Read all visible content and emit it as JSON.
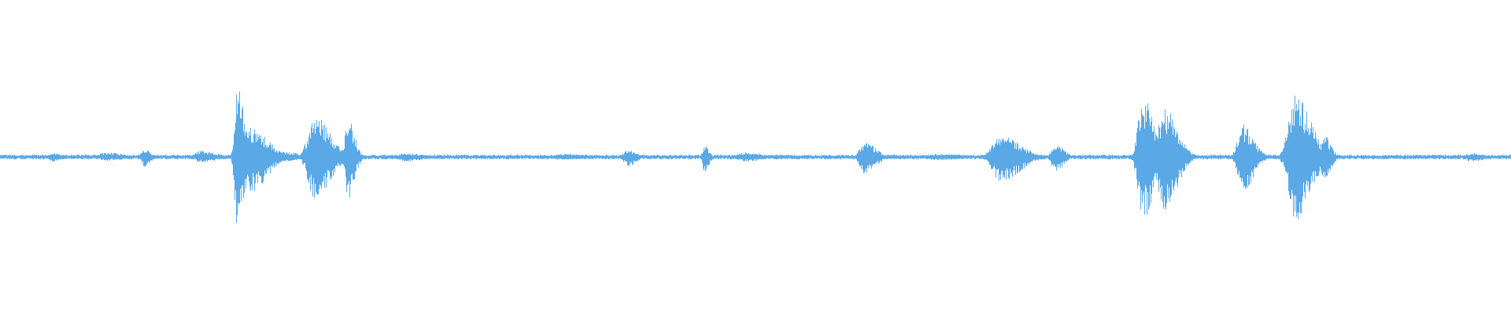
{
  "waveform": {
    "color": "#5aa9e6",
    "background": "#ffffff",
    "baseline_amplitude": 0.03,
    "bursts": [
      {
        "time": 0.035,
        "peak_up": 0.05,
        "peak_down": 0.06,
        "spread": 0.004
      },
      {
        "time": 0.07,
        "peak_up": 0.06,
        "peak_down": 0.05,
        "spread": 0.008
      },
      {
        "time": 0.095,
        "peak_up": 0.1,
        "peak_down": 0.12,
        "spread": 0.003
      },
      {
        "time": 0.133,
        "peak_up": 0.08,
        "peak_down": 0.07,
        "spread": 0.007
      },
      {
        "time": 0.157,
        "peak_up": 0.95,
        "peak_down": 0.95,
        "spread": 0.003
      },
      {
        "time": 0.165,
        "peak_up": 0.4,
        "peak_down": 0.45,
        "spread": 0.008
      },
      {
        "time": 0.185,
        "peak_up": 0.07,
        "peak_down": 0.06,
        "spread": 0.009
      },
      {
        "time": 0.208,
        "peak_up": 0.55,
        "peak_down": 0.55,
        "spread": 0.007
      },
      {
        "time": 0.23,
        "peak_up": 0.52,
        "peak_down": 0.55,
        "spread": 0.003
      },
      {
        "time": 0.268,
        "peak_up": 0.05,
        "peak_down": 0.06,
        "spread": 0.008
      },
      {
        "time": 0.372,
        "peak_up": 0.04,
        "peak_down": 0.04,
        "spread": 0.01
      },
      {
        "time": 0.415,
        "peak_up": 0.09,
        "peak_down": 0.12,
        "spread": 0.004
      },
      {
        "time": 0.466,
        "peak_up": 0.17,
        "peak_down": 0.2,
        "spread": 0.002
      },
      {
        "time": 0.493,
        "peak_up": 0.06,
        "peak_down": 0.06,
        "spread": 0.008
      },
      {
        "time": 0.572,
        "peak_up": 0.2,
        "peak_down": 0.22,
        "spread": 0.005
      },
      {
        "time": 0.62,
        "peak_up": 0.04,
        "peak_down": 0.04,
        "spread": 0.012
      },
      {
        "time": 0.662,
        "peak_up": 0.28,
        "peak_down": 0.32,
        "spread": 0.009
      },
      {
        "time": 0.698,
        "peak_up": 0.16,
        "peak_down": 0.18,
        "spread": 0.004
      },
      {
        "time": 0.756,
        "peak_up": 0.78,
        "peak_down": 0.82,
        "spread": 0.005
      },
      {
        "time": 0.77,
        "peak_up": 0.64,
        "peak_down": 0.7,
        "spread": 0.006
      },
      {
        "time": 0.822,
        "peak_up": 0.42,
        "peak_down": 0.45,
        "spread": 0.005
      },
      {
        "time": 0.857,
        "peak_up": 0.82,
        "peak_down": 0.82,
        "spread": 0.007
      },
      {
        "time": 0.876,
        "peak_up": 0.3,
        "peak_down": 0.33,
        "spread": 0.003
      },
      {
        "time": 0.973,
        "peak_up": 0.05,
        "peak_down": 0.06,
        "spread": 0.006
      }
    ]
  }
}
